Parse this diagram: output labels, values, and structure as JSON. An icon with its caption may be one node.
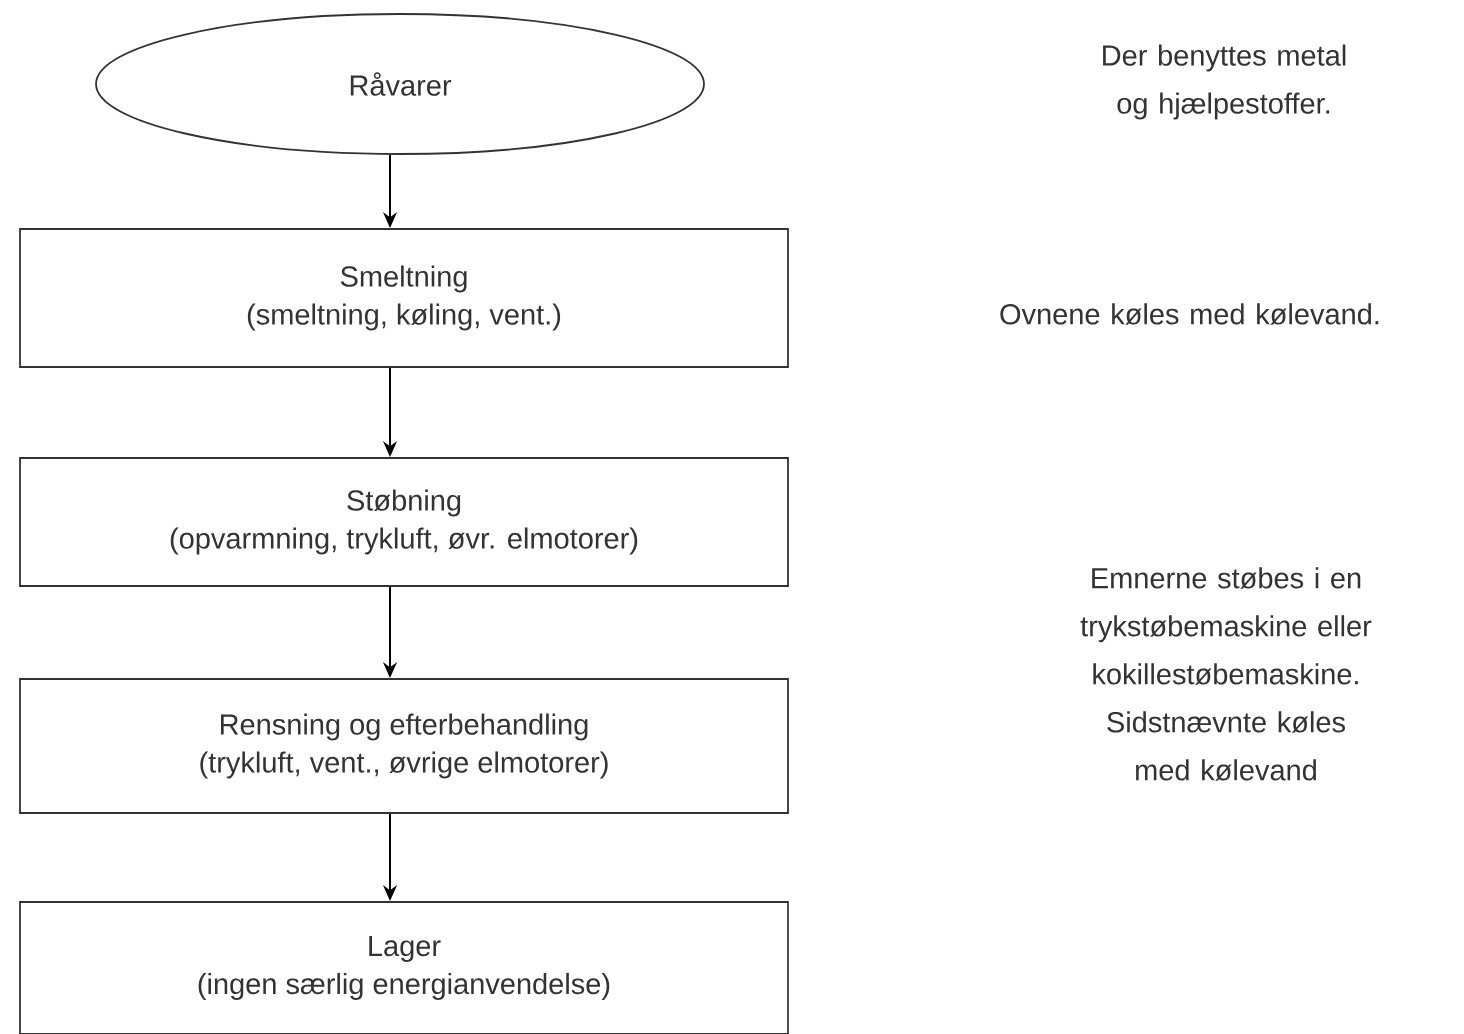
{
  "diagram": {
    "nodes": [
      {
        "text": [
          "Råvarer"
        ]
      },
      {
        "text": [
          "Smeltning",
          "(smeltning, køling, vent.)"
        ]
      },
      {
        "text": [
          "Støbning",
          "(opvarmning, trykluft, øvr. elmotorer)"
        ]
      },
      {
        "text": [
          "Rensning og efterbehandling",
          "(trykluft, vent., øvrige elmotorer)"
        ]
      },
      {
        "text": [
          "Lager",
          "(ingen særlig energianvendelse)"
        ]
      }
    ],
    "edges": [
      {
        "from": 0,
        "to": 1,
        "arrow": "to"
      },
      {
        "from": 1,
        "to": 2,
        "arrow": "to"
      },
      {
        "from": 2,
        "to": 3,
        "arrow": "to"
      },
      {
        "from": 3,
        "to": 4,
        "arrow": "to"
      }
    ],
    "labels": [
      "Der benyttes metal og hjælpestoffer.",
      "Ovnene køles med kølevand.",
      "Emnerne støbes i en trykstøbemaskine eller kokillestøbemaskine. Sidstnævnte køles med kølevand"
    ]
  }
}
